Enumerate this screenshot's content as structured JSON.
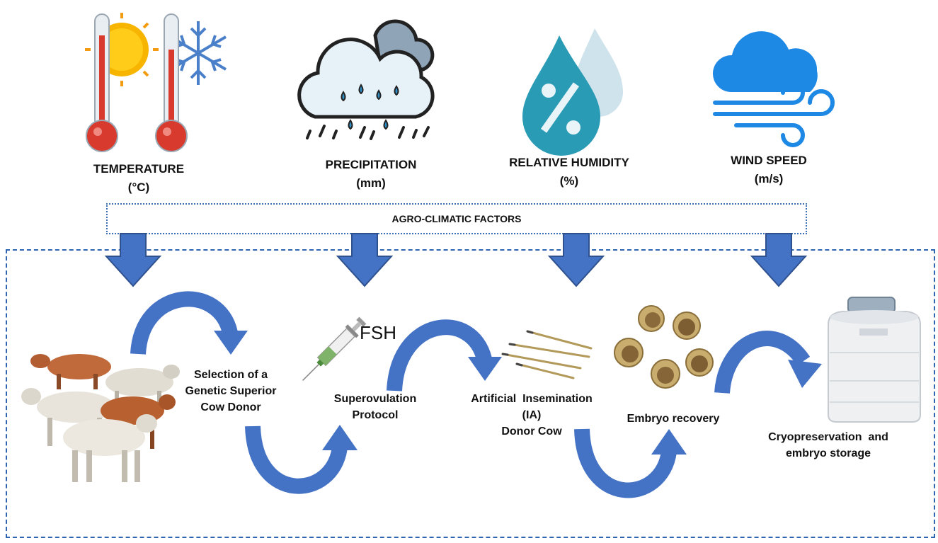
{
  "factors": [
    {
      "label": "TEMPERATURE",
      "unit": "(°C)",
      "icon": "thermometer-sun-snow-icon"
    },
    {
      "label": "PRECIPITATION",
      "unit": "(mm)",
      "icon": "rain-cloud-icon"
    },
    {
      "label": "RELATIVE HUMIDITY",
      "unit": "(%)",
      "icon": "humidity-drop-icon"
    },
    {
      "label": "WIND SPEED",
      "unit": "(m/s)",
      "icon": "wind-cloud-icon"
    }
  ],
  "agro_label": "AGRO-CLIMATIC FACTORS",
  "hormone_label": "FSH",
  "steps": [
    {
      "lines": [
        "Selection of a",
        "Genetic Superior",
        "Cow Donor"
      ]
    },
    {
      "lines": [
        "Superovulation",
        "Protocol"
      ]
    },
    {
      "lines": [
        "Artificial  Insemination",
        "(IA)",
        "Donor Cow"
      ]
    },
    {
      "lines": [
        "Embryo recovery"
      ]
    },
    {
      "lines": [
        "Cryopreservation  and",
        "embryo storage"
      ]
    }
  ],
  "colors": {
    "arrow_blue": "#4472c4",
    "frame_blue": "#2f64b0",
    "drop_teal": "#2a9bb5",
    "wind_blue": "#1e88e5",
    "thermo_red": "#d83a2e"
  }
}
